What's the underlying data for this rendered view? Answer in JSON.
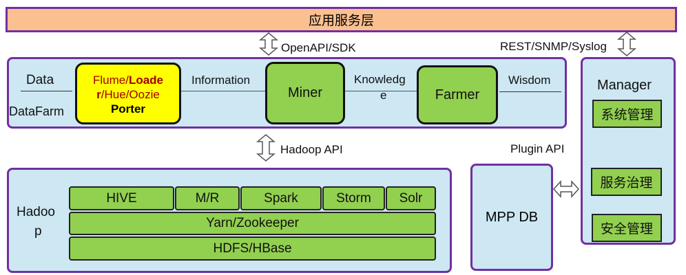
{
  "top_layer": {
    "label": "应用服务层",
    "color": "#FAC090"
  },
  "interfaces": {
    "openapi": "OpenAPI/SDK",
    "rest": "REST/SNMP/Syslog",
    "hadoop_api": "Hadoop API",
    "plugin_api": "Plugin API"
  },
  "datafarm": {
    "data": "Data",
    "name": "DataFarm",
    "information": "Information",
    "knowledge_1": "Knowledg",
    "knowledge_2": "e",
    "wisdom": "Wisdom",
    "porter": {
      "line1a": "Flume/",
      "line1b": "Loade",
      "line2a": "r",
      "line2b": "/Hue/Oozie",
      "line3": "Porter",
      "color": "#FFFF00"
    },
    "miner": "Miner",
    "farmer": "Farmer"
  },
  "manager": {
    "title": "Manager",
    "items": [
      "系统管理",
      "服务治理",
      "安全管理"
    ]
  },
  "mppdb": "MPP DB",
  "hadoop": {
    "label_1": "Hadoo",
    "label_2": "p",
    "components": [
      "HIVE",
      "M/R",
      "Spark",
      "Storm",
      "Solr"
    ],
    "yarn": "Yarn/Zookeeper",
    "hdfs": "HDFS/HBase"
  },
  "colors": {
    "border": "#7030A0",
    "panel": "#CDE7F3",
    "green": "#92D050"
  }
}
